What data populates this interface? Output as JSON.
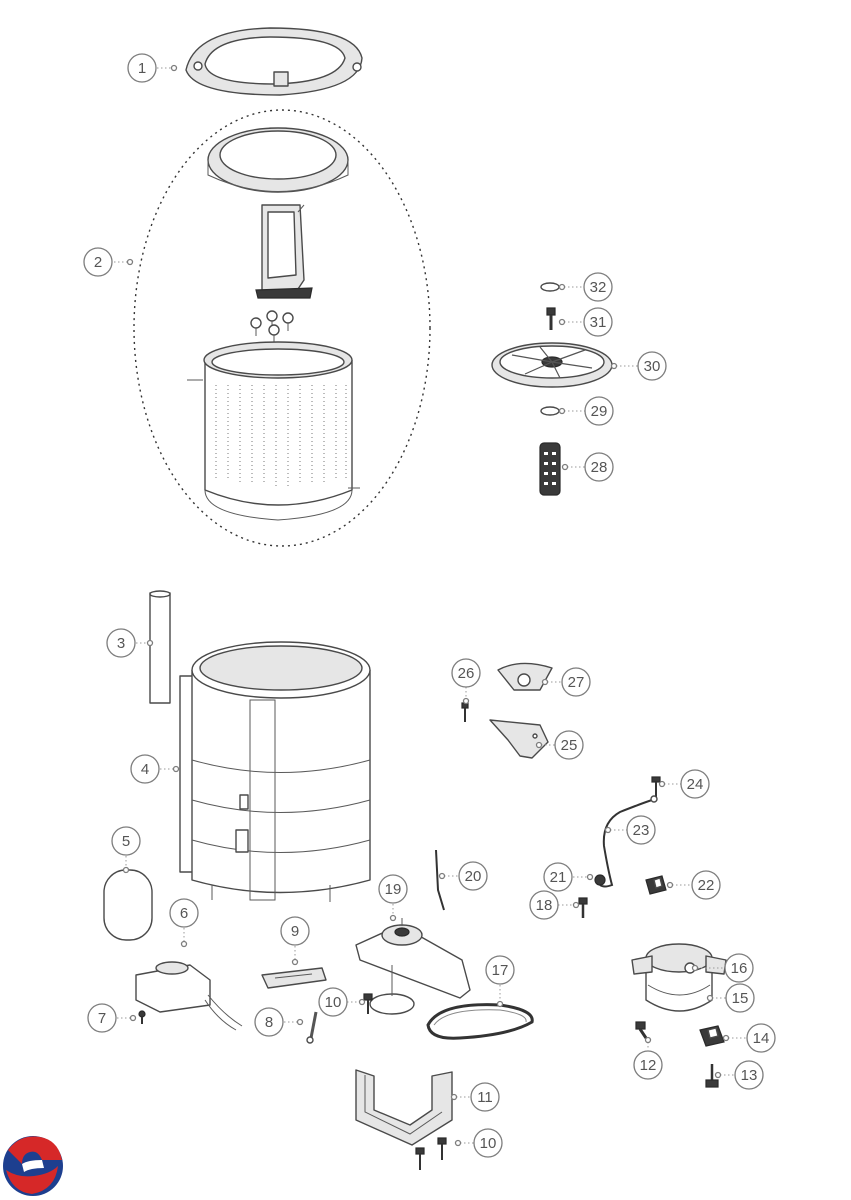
{
  "callouts": [
    {
      "id": "c1",
      "label": "1"
    },
    {
      "id": "c2",
      "label": "2"
    },
    {
      "id": "c3",
      "label": "3"
    },
    {
      "id": "c4",
      "label": "4"
    },
    {
      "id": "c5",
      "label": "5"
    },
    {
      "id": "c6",
      "label": "6"
    },
    {
      "id": "c7",
      "label": "7"
    },
    {
      "id": "c8",
      "label": "8"
    },
    {
      "id": "c9",
      "label": "9"
    },
    {
      "id": "c10a",
      "label": "10"
    },
    {
      "id": "c10b",
      "label": "10"
    },
    {
      "id": "c11",
      "label": "11"
    },
    {
      "id": "c12",
      "label": "12"
    },
    {
      "id": "c13",
      "label": "13"
    },
    {
      "id": "c14",
      "label": "14"
    },
    {
      "id": "c15",
      "label": "15"
    },
    {
      "id": "c16",
      "label": "16"
    },
    {
      "id": "c17",
      "label": "17"
    },
    {
      "id": "c18",
      "label": "18"
    },
    {
      "id": "c19",
      "label": "19"
    },
    {
      "id": "c20",
      "label": "20"
    },
    {
      "id": "c21",
      "label": "21"
    },
    {
      "id": "c22",
      "label": "22"
    },
    {
      "id": "c23",
      "label": "23"
    },
    {
      "id": "c24",
      "label": "24"
    },
    {
      "id": "c25",
      "label": "25"
    },
    {
      "id": "c26",
      "label": "26"
    },
    {
      "id": "c27",
      "label": "27"
    },
    {
      "id": "c28",
      "label": "28"
    },
    {
      "id": "c29",
      "label": "29"
    },
    {
      "id": "c30",
      "label": "30"
    },
    {
      "id": "c31",
      "label": "31"
    },
    {
      "id": "c32",
      "label": "32"
    }
  ],
  "logo": {
    "name": "brand-logo-icon",
    "colors": [
      "#d62828",
      "#1d3f8f"
    ]
  }
}
